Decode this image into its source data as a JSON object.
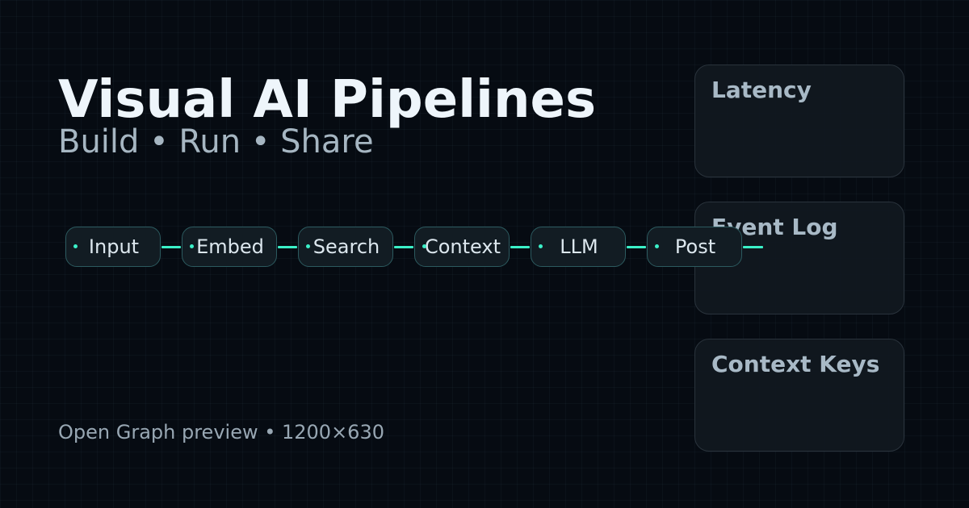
{
  "header": {
    "title": "Visual AI Pipelines",
    "subtitle": "Build • Run • Share"
  },
  "pipeline": {
    "nodes": [
      {
        "label": "Input"
      },
      {
        "label": "Embed"
      },
      {
        "label": "Search"
      },
      {
        "label": "Context"
      },
      {
        "label": "LLM"
      },
      {
        "label": "Post"
      }
    ]
  },
  "panels": [
    {
      "title": "Latency"
    },
    {
      "title": "Event Log"
    },
    {
      "title": "Context Keys"
    }
  ],
  "footer": {
    "text": "Open Graph preview • 1200×630"
  },
  "colors": {
    "background": "#060b12",
    "accent": "#3bf0c8",
    "node_fill": "#121c23",
    "panel_fill": "#11181f"
  }
}
